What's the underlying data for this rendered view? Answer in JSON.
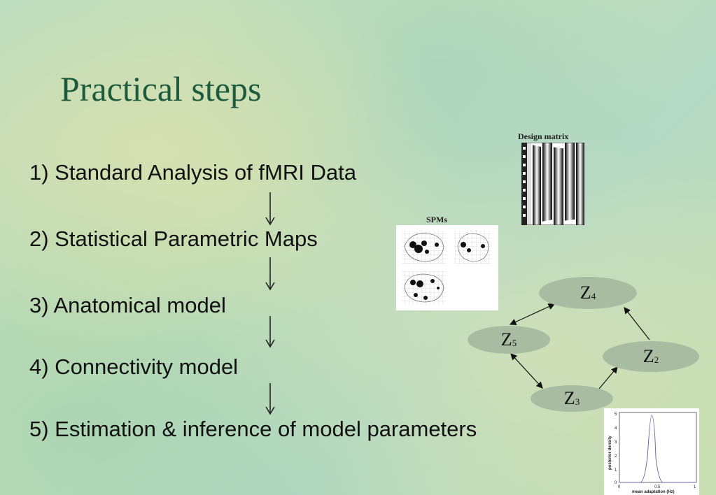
{
  "title": "Practical steps",
  "steps": [
    "1) Standard Analysis of fMRI  Data",
    "2) Statistical Parametric Maps",
    "3) Anatomical model",
    "4) Connectivity model",
    "5) Estimation & inference of model parameters"
  ],
  "design_matrix_label": "Design matrix",
  "spms_label": "SPMs",
  "nodes": {
    "z4": {
      "letter": "Z",
      "sub": "4"
    },
    "z5": {
      "letter": "Z",
      "sub": "5"
    },
    "z2": {
      "letter": "Z",
      "sub": "2"
    },
    "z3": {
      "letter": "Z",
      "sub": "3"
    }
  },
  "posterior_plot": {
    "ylabel": "posterior density",
    "xlabel": "mean adaptation (Hz)",
    "yticks": [
      "5",
      "4",
      "3",
      "2",
      "1",
      "0"
    ],
    "xticks": [
      "0",
      "0.5",
      "1"
    ]
  },
  "colors": {
    "title": "#1e5b3c",
    "node_fill": "#a8bca2"
  }
}
